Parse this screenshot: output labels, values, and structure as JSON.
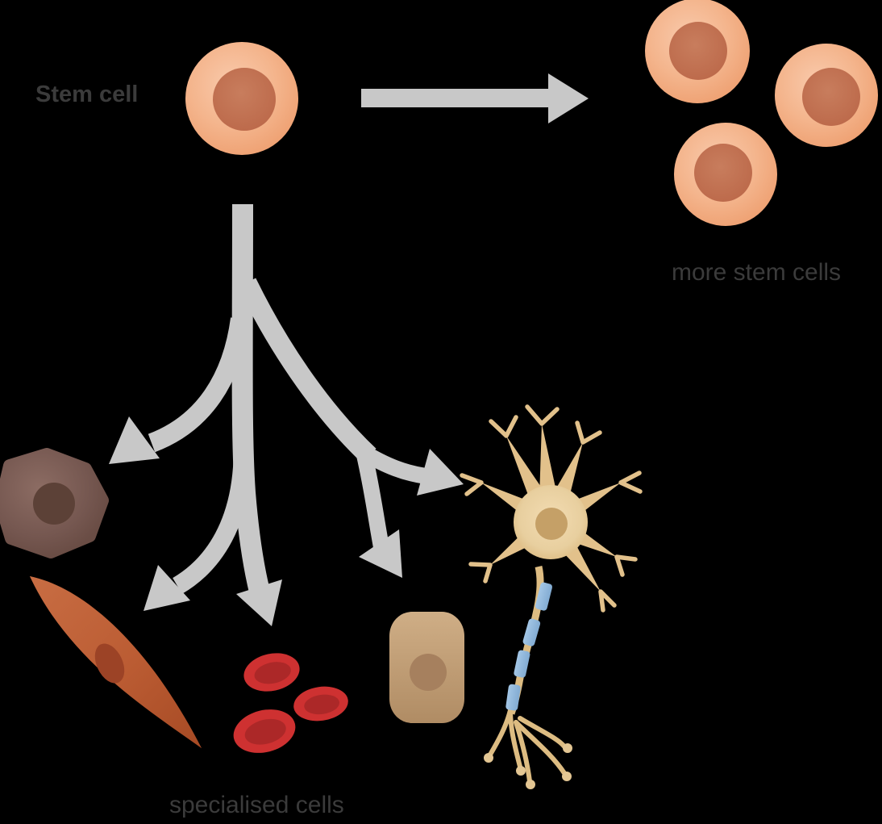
{
  "diagram": {
    "type": "stem cell differentiation diagram",
    "background_color": "#000000",
    "arrow_color": "#c8c8c8",
    "label_color": "#3b3b3b",
    "labels": {
      "stem_cell": "Stem cell",
      "more_stem_cells": "more stem cells",
      "specialised_cells": "specialised cells"
    },
    "stem_cell": {
      "body_color": "#f4b58d",
      "nucleus_color": "#bd6a4b",
      "copies_after_self_renewal": 3
    },
    "arrows": [
      {
        "name": "self-renewal-arrow",
        "from": "stem cell",
        "to": "more stem cells",
        "direction": "right"
      },
      {
        "name": "differentiation-arrow-brown-cell",
        "direction": "down-left"
      },
      {
        "name": "differentiation-arrow-muscle-cell",
        "direction": "down-left"
      },
      {
        "name": "differentiation-arrow-red-blood-cells",
        "direction": "down"
      },
      {
        "name": "differentiation-arrow-epithelial-cell",
        "direction": "down-right"
      },
      {
        "name": "differentiation-arrow-nerve-cell",
        "direction": "right"
      }
    ],
    "specialised_cells_list": [
      {
        "name": "brown polygonal cell",
        "body_color": "#745650",
        "nucleus_color": "#5c4137"
      },
      {
        "name": "muscle cell (spindle)",
        "body_color": "#b85a32",
        "nucleus_color": "#9c4326"
      },
      {
        "name": "red blood cells",
        "body_color": "#ce3131",
        "inner_color": "#ac2828",
        "count": 3
      },
      {
        "name": "epithelial cell",
        "body_color": "#c0a077",
        "nucleus_color": "#a6805e"
      },
      {
        "name": "nerve cell (neuron)",
        "body_color": "#e8cf9f",
        "nucleus_color": "#c5a067",
        "myelin_color": "#93badd"
      }
    ]
  }
}
